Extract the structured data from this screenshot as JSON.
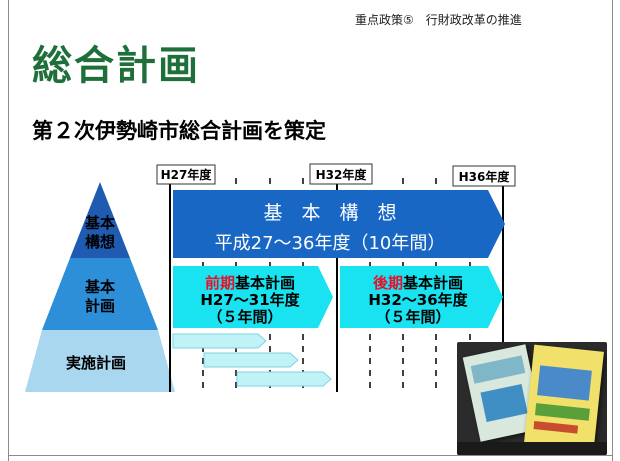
{
  "slide": {
    "header_note": "重点政策⑤　行財政改革の推進",
    "title": "総合計画",
    "subtitle": "第２次伊勢崎市総合計画を策定"
  },
  "timeline": {
    "marker_h27": "H27年度",
    "marker_h32": "H32年度",
    "marker_h36": "H36年度"
  },
  "pyramid": {
    "level_top_line1": "基本",
    "level_top_line2": "構想",
    "level_mid_line1": "基本",
    "level_mid_line2": "計画",
    "level_bottom": "実施計画"
  },
  "kihon_kousou": {
    "line1": "基　本　構　想",
    "line2": "平成27～36年度（10年間）"
  },
  "zenki": {
    "prefix": "前期",
    "suffix": "基本計画",
    "years": "H27～31年度",
    "span": "（５年間）"
  },
  "kouki": {
    "prefix": "後期",
    "suffix": "基本計画",
    "years": "H32～36年度",
    "span": "（５年間）"
  },
  "photo": {
    "subject": "plan-booklets-photo"
  },
  "colors": {
    "title_green": "#1f6f3b",
    "pyramid_top": "#1f5bb0",
    "pyramid_mid": "#2c8fd7",
    "pyramid_bottom": "#a9d7ef",
    "kousou_arrow": "#1967c5",
    "keikaku_arrow": "#19e3f0",
    "accent_red": "#e8102a"
  }
}
